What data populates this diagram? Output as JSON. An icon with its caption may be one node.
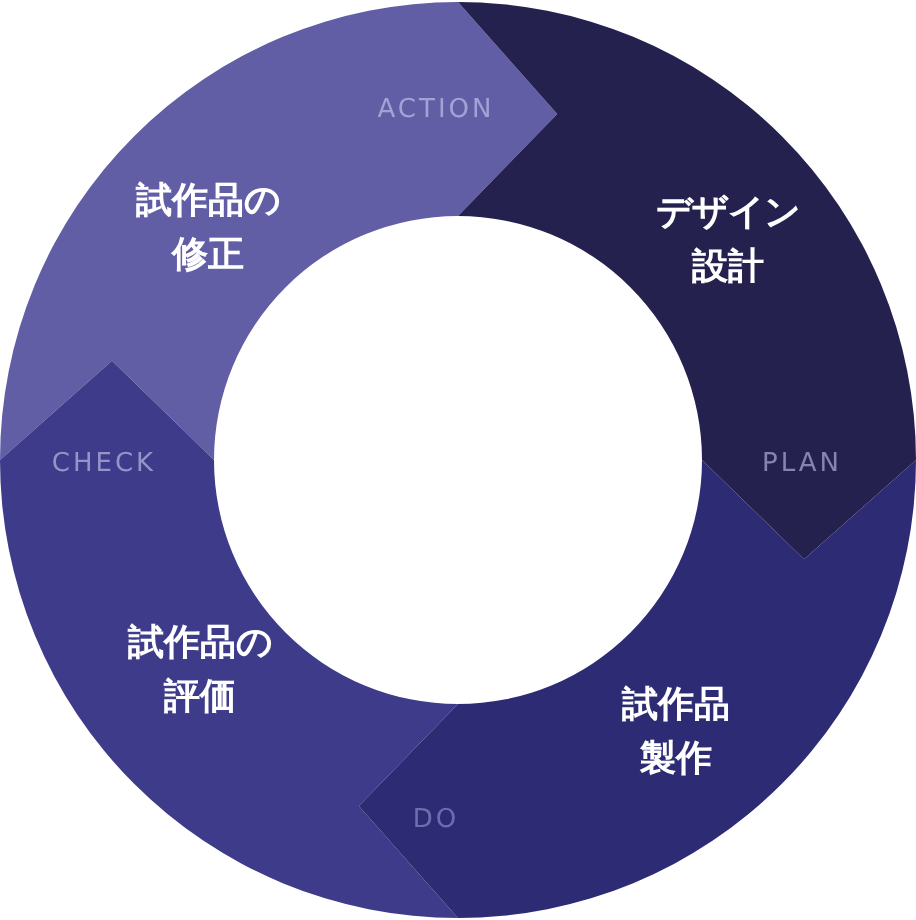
{
  "diagram": {
    "nodes": [
      {
        "text": [
          "試作品の修正",
          "ACTION"
        ]
      },
      {
        "text": [
          "デザイン設計",
          "PLAN"
        ]
      },
      {
        "text": [
          "CHECK",
          "試作品の評価"
        ]
      },
      {
        "text": [
          "試作品製作",
          "DO"
        ]
      }
    ]
  }
}
